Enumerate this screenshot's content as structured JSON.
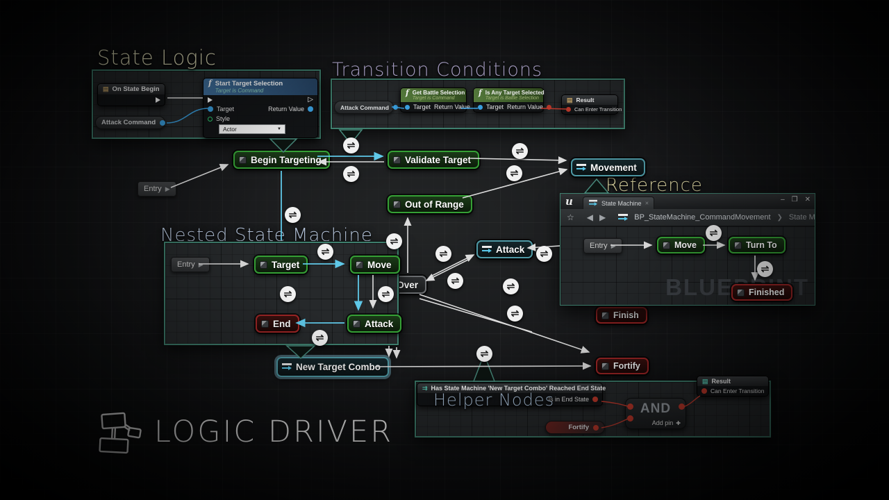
{
  "titles": {
    "state_logic": "State Logic",
    "transition_conditions": "Transition Conditions",
    "nested_state_machine": "Nested State Machine",
    "reference": "Reference",
    "helper_nodes": "Helper Nodes"
  },
  "logo": {
    "text": "LOGIC DRIVER"
  },
  "icons": {
    "transition": "⇌",
    "entry_play": "▶",
    "fn": "f",
    "event": "▤",
    "result": "▤",
    "sm": "⇉",
    "star": "☆",
    "back": "◀",
    "forward": "▶",
    "chevron": "❯",
    "tab_close": "✕",
    "dropdown_arrow": "▼",
    "plus": "✚",
    "exec_out": "▷",
    "unreal": "u"
  },
  "state_logic": {
    "on_state_begin": "On State Begin",
    "attack_command": "Attack Command",
    "start_target_selection": {
      "title": "Start Target Selection",
      "subtitle": "Target is Command",
      "target_pin": "Target",
      "style_pin": "Style",
      "style_value": "Actor",
      "return_pin": "Return Value"
    }
  },
  "transition_conditions": {
    "attack_command": "Attack Command",
    "get_battle_selection": {
      "title": "Get Battle Selection",
      "subtitle": "Target is Command",
      "target_pin": "Target",
      "return_pin": "Return Value"
    },
    "is_any_target_selected": {
      "title": "Is Any Target Selected",
      "subtitle": "Target is Battle Selection",
      "target_pin": "Target",
      "return_pin": "Return Value"
    },
    "result": {
      "title": "Result",
      "pin": "Can Enter Transition"
    }
  },
  "graph": {
    "entry": "Entry",
    "states": {
      "begin_targeting": "Begin Targeting",
      "validate_target": "Validate Target",
      "out_of_range": "Out of Range",
      "movement": "Movement",
      "attack": "Attack",
      "over": "Over",
      "finish": "Finish",
      "fortify": "Fortify",
      "new_target_combo": "New Target Combo"
    }
  },
  "nested": {
    "entry": "Entry",
    "target": "Target",
    "move": "Move",
    "end": "End",
    "attack": "Attack"
  },
  "reference": {
    "tab": "State Machine",
    "breadcrumb": "BP_StateMachine_CommandMovement",
    "breadcrumb_next": "State M",
    "entry": "Entry",
    "move": "Move",
    "turn_to": "Turn To",
    "finished": "Finished",
    "watermark": "BLUEPRINT",
    "window_controls": {
      "minimize": "–",
      "maximize": "❐",
      "close": "✕"
    }
  },
  "helper": {
    "has_state_machine": {
      "title": "Has State Machine 'New Target Combo' Reached End State",
      "pin": "Is in End State"
    },
    "fortify": "Fortify",
    "and_node": {
      "label": "AND",
      "add_pin": "Add pin"
    },
    "result": {
      "title": "Result",
      "pin": "Can Enter Transition"
    }
  },
  "colors": {
    "panel_border": "#3f7f6e",
    "state_green": "#35a035",
    "state_red": "#9e2525",
    "state_teal": "#4e99a5",
    "wire_cyan": "#5fc8e8",
    "wire_white": "#dcdcdc",
    "wire_red": "#c43b2e",
    "wire_blue": "#3aa0e0",
    "pin_green": "#2ecc71"
  }
}
